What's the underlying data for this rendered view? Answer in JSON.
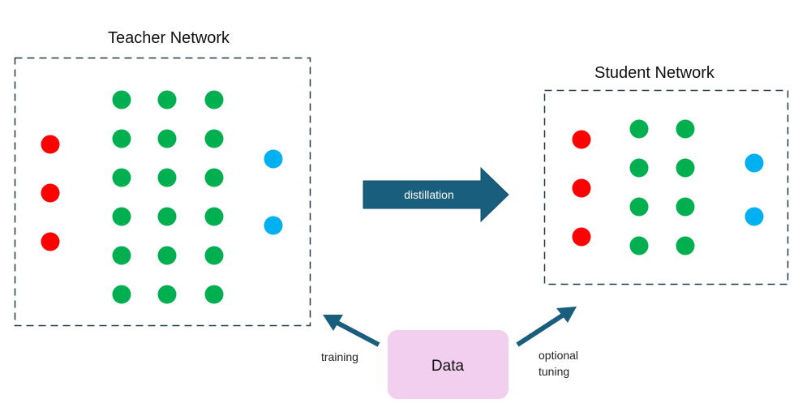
{
  "teacher": {
    "title": "Teacher Network",
    "layers": [
      {
        "role": "input",
        "color": "#ff0000",
        "count": 3
      },
      {
        "role": "hidden",
        "color": "#00b050",
        "count": 6
      },
      {
        "role": "hidden",
        "color": "#00b050",
        "count": 6
      },
      {
        "role": "hidden",
        "color": "#00b050",
        "count": 6
      },
      {
        "role": "output",
        "color": "#00b0f0",
        "count": 2
      }
    ]
  },
  "student": {
    "title": "Student Network",
    "layers": [
      {
        "role": "input",
        "color": "#ff0000",
        "count": 3
      },
      {
        "role": "hidden",
        "color": "#00b050",
        "count": 4
      },
      {
        "role": "hidden",
        "color": "#00b050",
        "count": 4
      },
      {
        "role": "output",
        "color": "#00b0f0",
        "count": 2
      }
    ]
  },
  "distillation_arrow": {
    "label": "distillation",
    "color": "#1a5e7e"
  },
  "data_box": {
    "label": "Data",
    "color": "#f2cfee"
  },
  "training_arrow": {
    "label": "training",
    "color": "#1a5e7e"
  },
  "tuning_arrow": {
    "label_line1": "optional",
    "label_line2": "tuning",
    "color": "#1a5e7e"
  },
  "box_border_color": "#1f3a4a"
}
